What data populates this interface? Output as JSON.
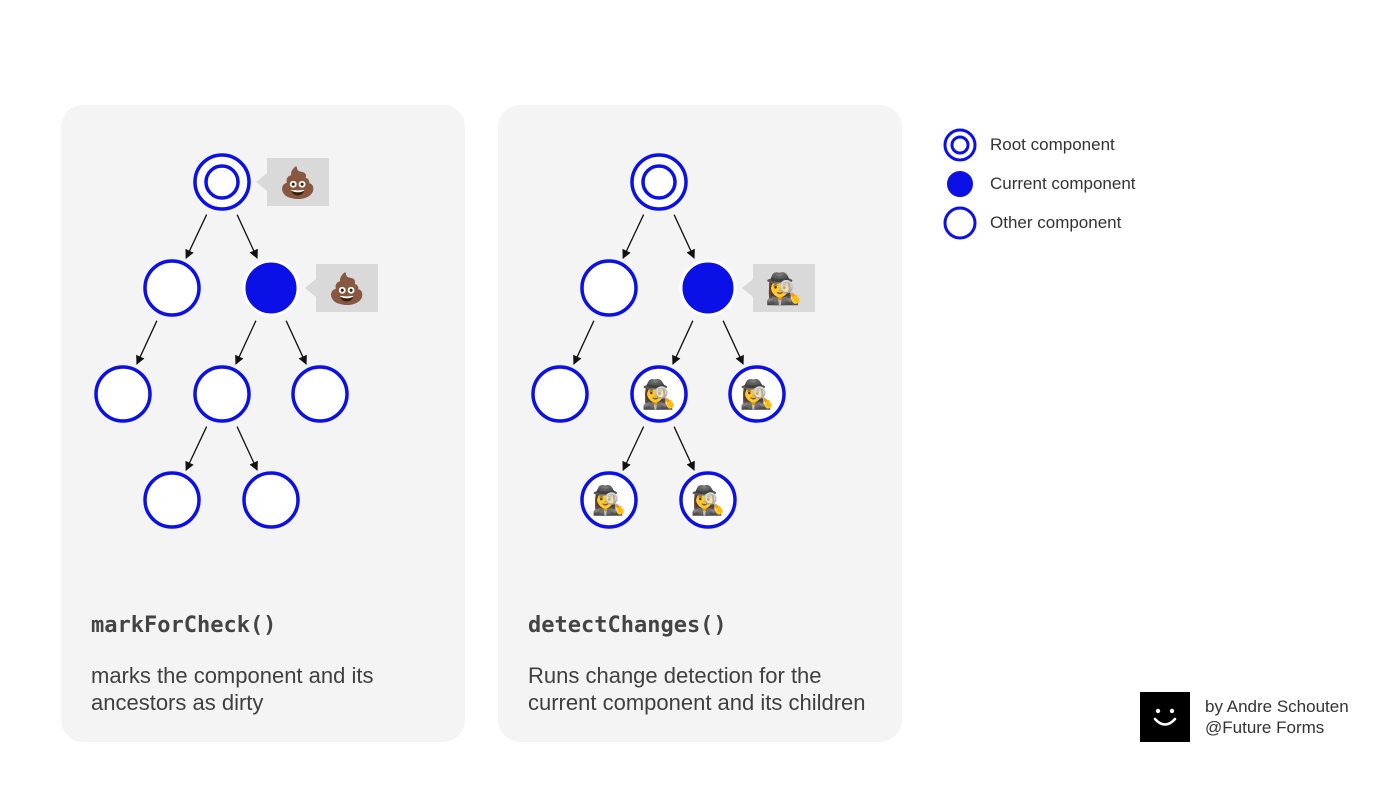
{
  "colors": {
    "accent": "#0a10e6",
    "card": "#f4f4f4",
    "bubble": "#d9d9d9"
  },
  "panels": [
    {
      "function_name": "markForCheck()",
      "description": "marks the component and its ancestors as dirty",
      "bubble_icon": "💩",
      "bubbles": [
        "root",
        "current"
      ],
      "inner_icon": null,
      "inner_nodes": []
    },
    {
      "function_name": "detectChanges()",
      "description": "Runs change detection for the current component and its children",
      "bubble_icon": "🕵️‍♀️",
      "bubbles": [
        "current"
      ],
      "inner_icon": "🕵️‍♀️",
      "inner_nodes": [
        "c_mid",
        "c_right",
        "g_left",
        "g_right"
      ]
    }
  ],
  "legend": [
    {
      "type": "root",
      "label": "Root component"
    },
    {
      "type": "current",
      "label": "Current component"
    },
    {
      "type": "other",
      "label": "Other component"
    }
  ],
  "credit": {
    "line1": "by Andre Schouten",
    "line2": "@Future Forms",
    "logo_icon": "smiley-icon"
  }
}
